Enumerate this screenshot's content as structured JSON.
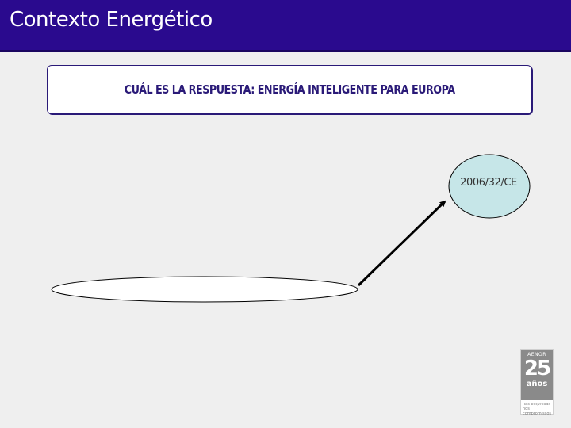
{
  "slide": {
    "title": "Contexto Energético",
    "heading": "CUÁL ES LA RESPUESTA: ENERGÍA INTELIGENTE PARA EUROPA"
  },
  "diagram": {
    "target_node_label": "2006/32/CE",
    "target_node_color": "#c6e6e8",
    "source_node_label": ""
  },
  "logo": {
    "brand": "AENOR",
    "number": "25",
    "word": "años",
    "tagline_1": "nas empresas",
    "tagline_2": "nos compromissos"
  },
  "colors": {
    "header_bg": "#2a0a8e",
    "heading_text": "#2a1a78",
    "page_bg": "#efefef"
  }
}
